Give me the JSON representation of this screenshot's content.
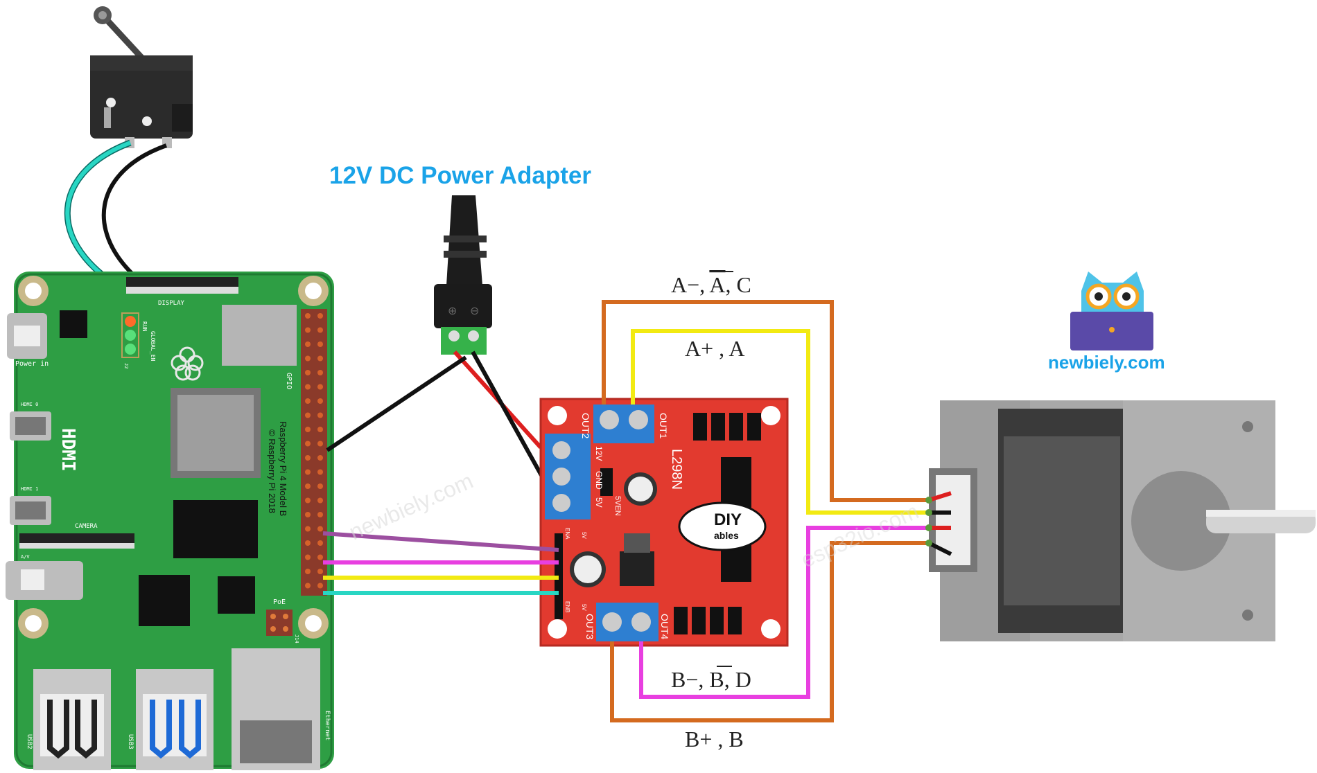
{
  "title": "12V DC Power Adapter",
  "colors": {
    "title": "#1aa3e8",
    "pcb_green": "#2e9e44",
    "driver_red": "#e23a2f",
    "terminal_blue": "#2e7fd1",
    "wire_orange": "#d46a1f",
    "wire_yellow": "#f2ea12",
    "wire_magenta": "#e83fe0",
    "wire_purple": "#9c4fa0",
    "wire_cyan": "#28d6c3",
    "wire_black": "#111111",
    "wire_red": "#dd1f1f",
    "brand": "#1aa3e8"
  },
  "coil_labels": {
    "a_minus": {
      "prefix": "A−, ",
      "bar": "A",
      "suffix": ", C"
    },
    "a_plus": "A+ , A",
    "b_minus": {
      "prefix": "B−, ",
      "bar": "B",
      "suffix": ", D"
    },
    "b_plus": "B+ , B"
  },
  "raspberry_pi": {
    "model_line1": "Raspberry Pi 4 Model B",
    "model_line2": "© Raspberry Pi 2018",
    "hdmi": "HDMI",
    "power_in": "Power in",
    "gpio": "GPIO",
    "camera": "CAMERA",
    "display": "DISPLAY",
    "poe": "PoE",
    "usb2": "USB2",
    "usb3": "USB3",
    "ethernet": "Ethernet",
    "run": "RUN",
    "global_en": "GLOBAL_EN",
    "hdmi0": "HDMI 0",
    "hdmi1": "HDMI 1",
    "av": "A/V",
    "j2": "J2",
    "j14": "J14"
  },
  "l298n": {
    "chip": "L298N",
    "out1": "OUT1",
    "out2": "OUT2",
    "out3": "OUT3",
    "out4": "OUT4",
    "v12": "12V",
    "gnd": "GND",
    "v5": "5V",
    "v5en": "5VEN",
    "logo_top": "DIY",
    "logo_bottom": "ables",
    "ena": "ENA",
    "enb": "ENB",
    "pin_5v_top": "5V",
    "pin_5v_bottom": "5V"
  },
  "watermarks": [
    "newbiely.com",
    "esp32io.com"
  ],
  "brand": "newbiely.com",
  "terminal_marks": [
    "⊕",
    "⊖"
  ]
}
